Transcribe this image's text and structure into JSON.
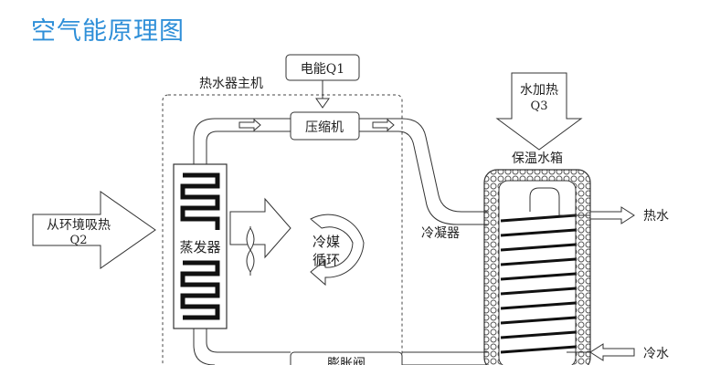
{
  "title": "空气能原理图",
  "labels": {
    "power": "电能Q1",
    "unit": "热水器主机",
    "compressor": "压缩机",
    "water_heat_1": "水加热",
    "water_heat_2": "Q3",
    "tank": "保温水箱",
    "ambient_1": "从环境吸热",
    "ambient_2": "Q2",
    "evaporator": "蒸发器",
    "cycle_1": "冷媒",
    "cycle_2": "循环",
    "condenser": "冷凝器",
    "hot_water": "热水",
    "cold_water": "冷水",
    "valve": "膨胀阀"
  },
  "colors": {
    "title": "#2f8fd8",
    "line": "#333333"
  }
}
